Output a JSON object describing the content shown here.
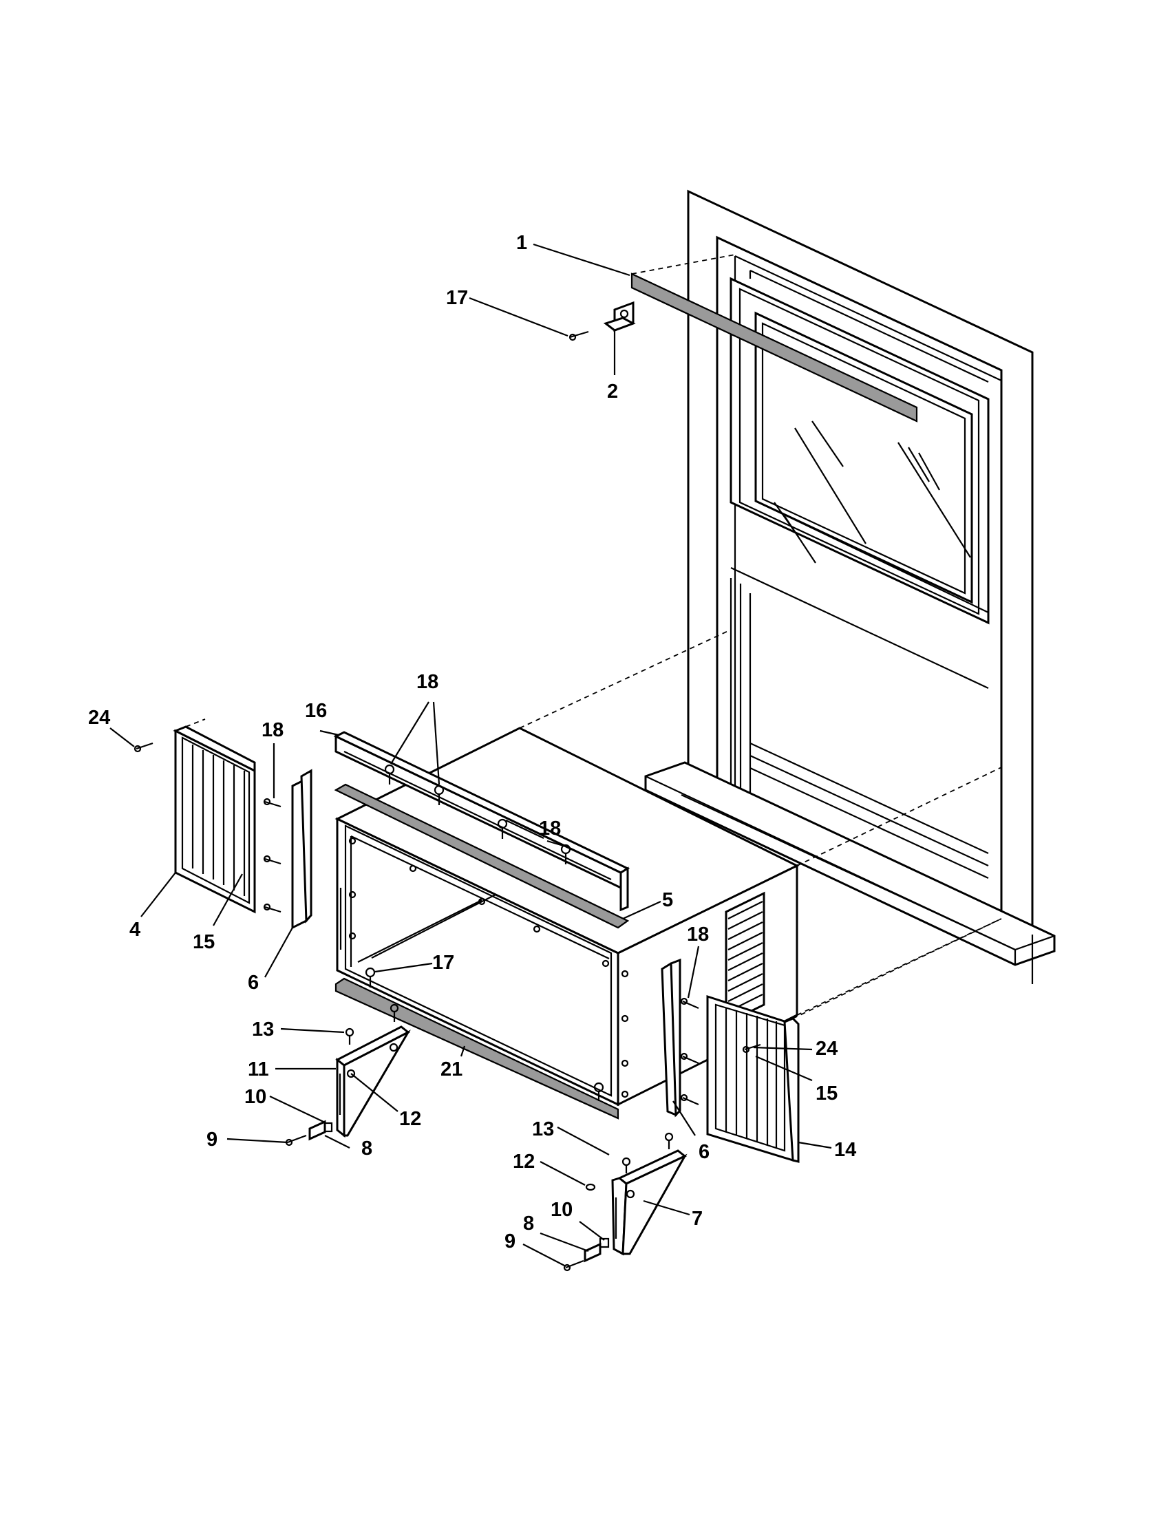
{
  "labels": {
    "l1": "1",
    "l17a": "17",
    "l2": "2",
    "l18a": "18",
    "l16": "16",
    "l24a": "24",
    "l18b": "18",
    "l18c": "18",
    "l4": "4",
    "l15a": "15",
    "l6a": "6",
    "l5": "5",
    "l17b": "17",
    "l18d": "18",
    "l13a": "13",
    "l11": "11",
    "l10a": "10",
    "l9a": "9",
    "l12a": "12",
    "l21": "21",
    "l8a": "8",
    "l24b": "24",
    "l15b": "15",
    "l13b": "13",
    "l6b": "6",
    "l14": "14",
    "l12b": "12",
    "l10b": "10",
    "l8b": "8",
    "l7": "7",
    "l9b": "9"
  },
  "colors": {
    "line": "#000000",
    "seal": "#9a9a9a",
    "background": "#ffffff"
  }
}
